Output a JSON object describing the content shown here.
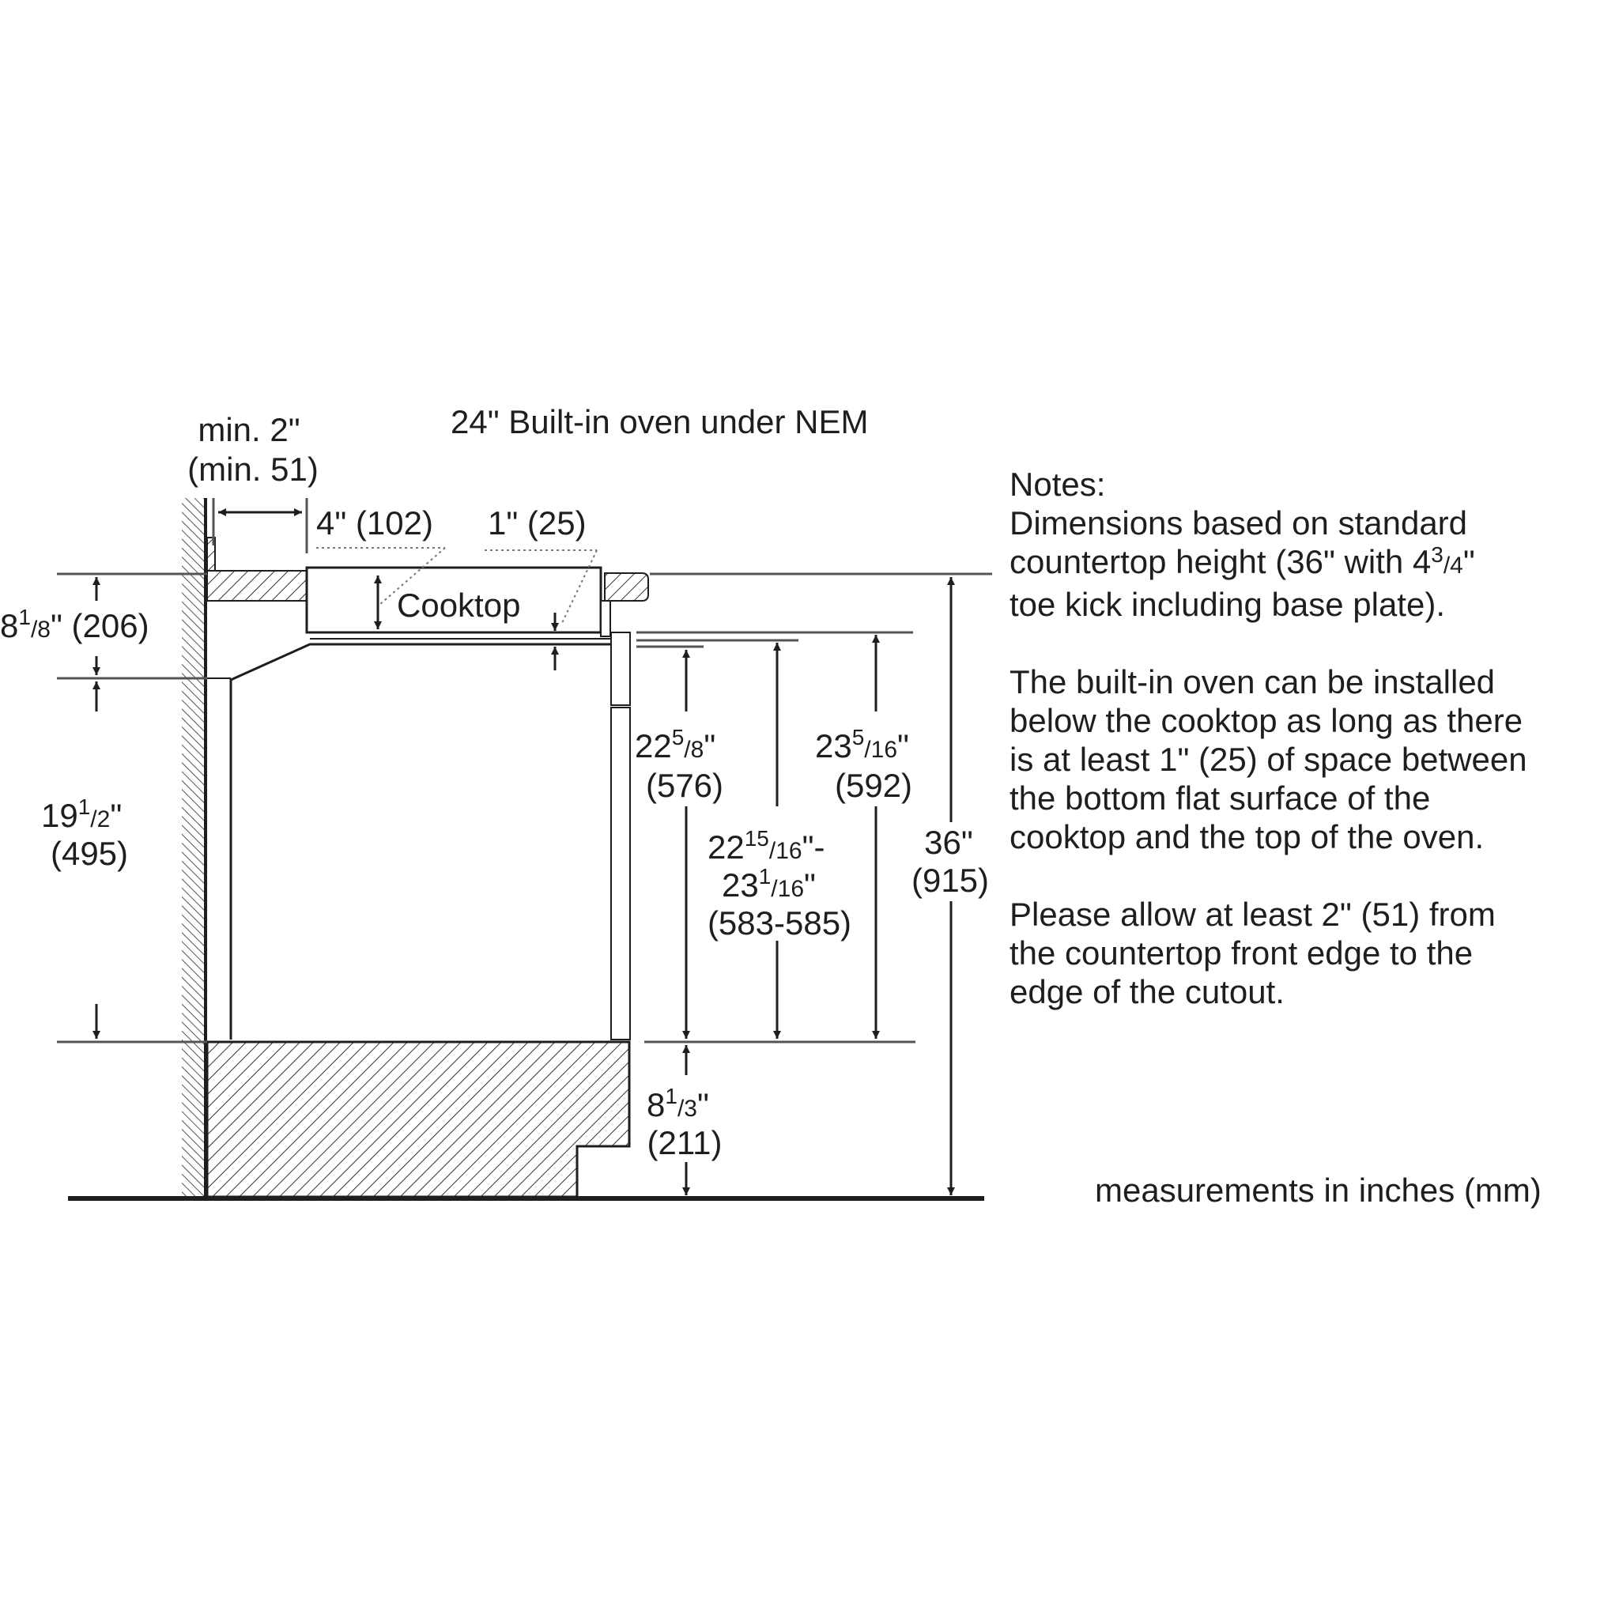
{
  "title": "24\" Built-in oven under NEM",
  "components": {
    "cooktop_label": "Cooktop"
  },
  "dimensions": {
    "min_gap": {
      "line1": "min. 2\"",
      "line2": "(min. 51)"
    },
    "cooktop_depth": "4\" (102)",
    "cooktop_clearance": "1\" (25)",
    "countertop_to_oven_top": {
      "whole": "8",
      "num": "1",
      "den": "8",
      "rest": "\" (206)"
    },
    "oven_cavity": {
      "whole": "19",
      "num": "1",
      "den": "2",
      "inch": "\"",
      "mm": "(495)"
    },
    "oven_height_a": {
      "whole": "22",
      "num": "5",
      "den": "8",
      "inch": "\"",
      "mm": "(576)"
    },
    "cutout_height": {
      "whole1": "22",
      "num1": "15",
      "den1": "16",
      "sep": "\"-",
      "whole2": "23",
      "num2": "1",
      "den2": "16",
      "inch": "\"",
      "mm": "(583-585)"
    },
    "oven_height_b": {
      "whole": "23",
      "num": "5",
      "den": "16",
      "inch": "\"",
      "mm": "(592)"
    },
    "total_height": {
      "inch": "36\"",
      "mm": "(915)"
    },
    "base_height": {
      "whole": "8",
      "num": "1",
      "den": "3",
      "inch": "\"",
      "mm": "(211)"
    }
  },
  "notes": {
    "heading": "Notes:",
    "p1_a": "Dimensions based on standard",
    "p1_b_pre": "countertop height (36\" with 4",
    "p1_b_num": "3",
    "p1_b_den": "4",
    "p1_b_post": "\"",
    "p1_c": "toe kick including base plate).",
    "p2": [
      "The built-in oven can be installed",
      "below the cooktop as long as there",
      "is at least 1\" (25) of space between",
      "the bottom flat surface of the",
      "cooktop and the top of the oven."
    ],
    "p3": [
      "Please allow at least 2\" (51) from",
      "the countertop front edge to the",
      "edge of the cutout."
    ]
  },
  "footer": "measurements in inches (mm)",
  "colors": {
    "line": "#1e1e1e",
    "background": "#ffffff"
  }
}
